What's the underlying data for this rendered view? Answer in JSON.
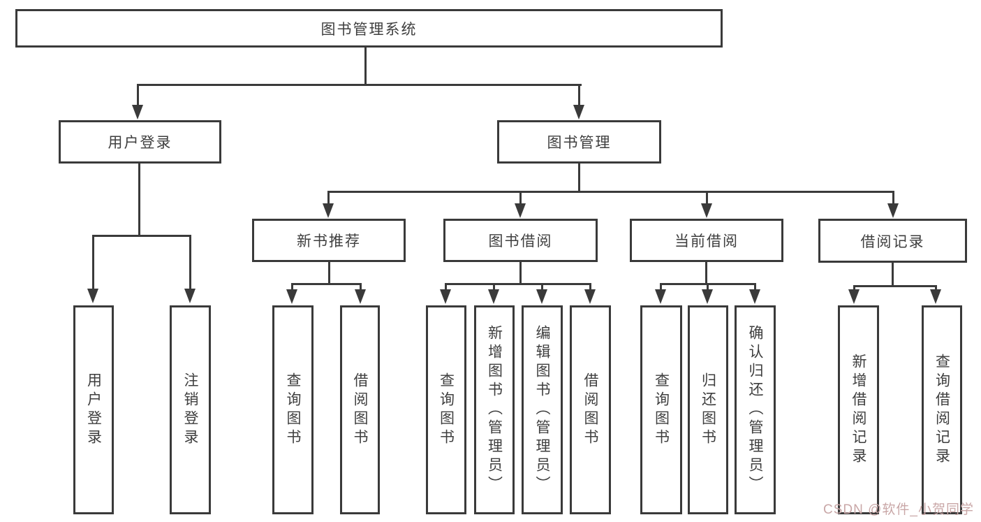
{
  "diagram_title": "图书管理系统",
  "tree": {
    "root": {
      "label": "图书管理系统",
      "children": [
        {
          "label": "用户登录",
          "children": [
            {
              "label": "用户登录"
            },
            {
              "label": "注销登录"
            }
          ]
        },
        {
          "label": "图书管理",
          "children": [
            {
              "label": "新书推荐",
              "children": [
                {
                  "label": "查询图书"
                },
                {
                  "label": "借阅图书"
                }
              ]
            },
            {
              "label": "图书借阅",
              "children": [
                {
                  "label": "查询图书"
                },
                {
                  "label": "新增图书（管理员）"
                },
                {
                  "label": "编辑图书（管理员）"
                },
                {
                  "label": "借阅图书"
                }
              ]
            },
            {
              "label": "当前借阅",
              "children": [
                {
                  "label": "查询图书"
                },
                {
                  "label": "归还图书"
                },
                {
                  "label": "确认归还（管理员）"
                }
              ]
            },
            {
              "label": "借阅记录",
              "children": [
                {
                  "label": "新增借阅记录"
                },
                {
                  "label": "查询借阅记录"
                }
              ]
            }
          ]
        }
      ]
    }
  },
  "watermark": {
    "text": "CSDN @软件_小贺同学"
  },
  "colors": {
    "line": "#3a3a3a",
    "text": "#3e3e3e",
    "watermark": "#c9a7a7",
    "background": "#ffffff"
  }
}
